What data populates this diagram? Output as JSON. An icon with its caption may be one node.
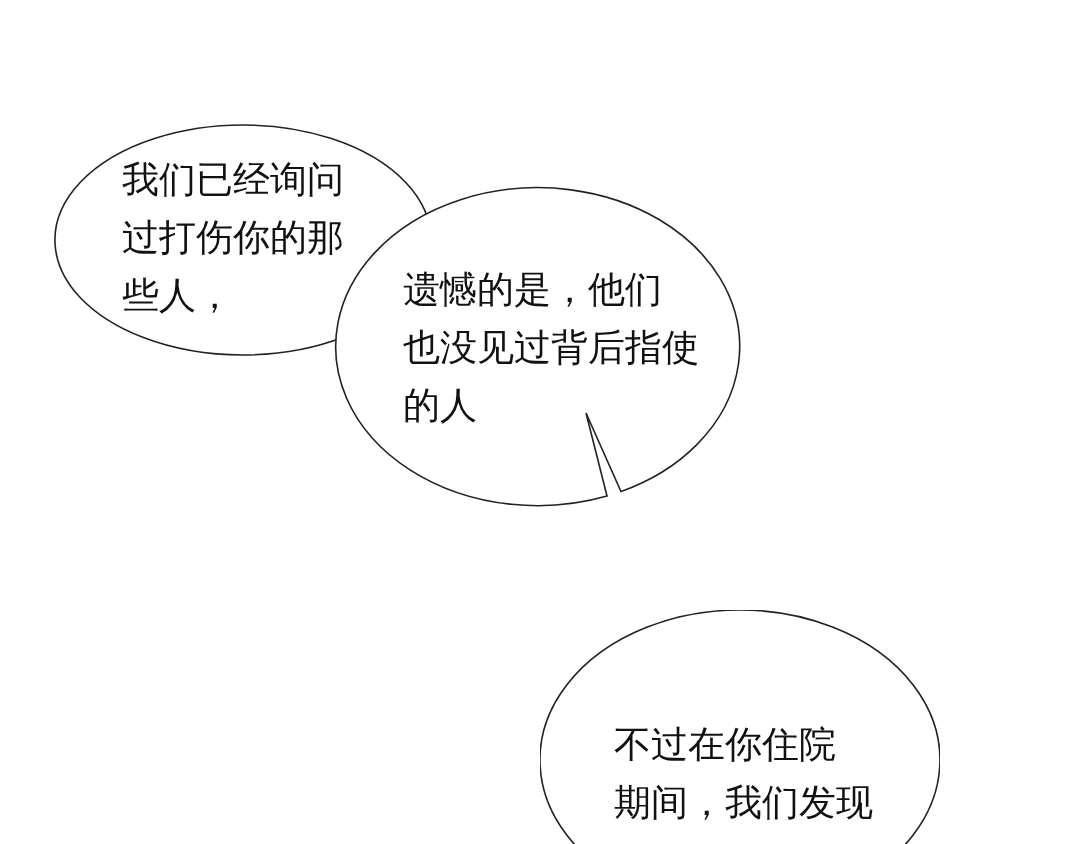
{
  "diagram": {
    "nodes": [
      {
        "text": [
          "我们已经询问过打伤你的那些人，"
        ]
      },
      {
        "text": [
          "遗憾的是，他们也没见过背后指使的人"
        ]
      },
      {
        "text": [
          "不过在你住院期间，我们发现"
        ]
      }
    ]
  }
}
